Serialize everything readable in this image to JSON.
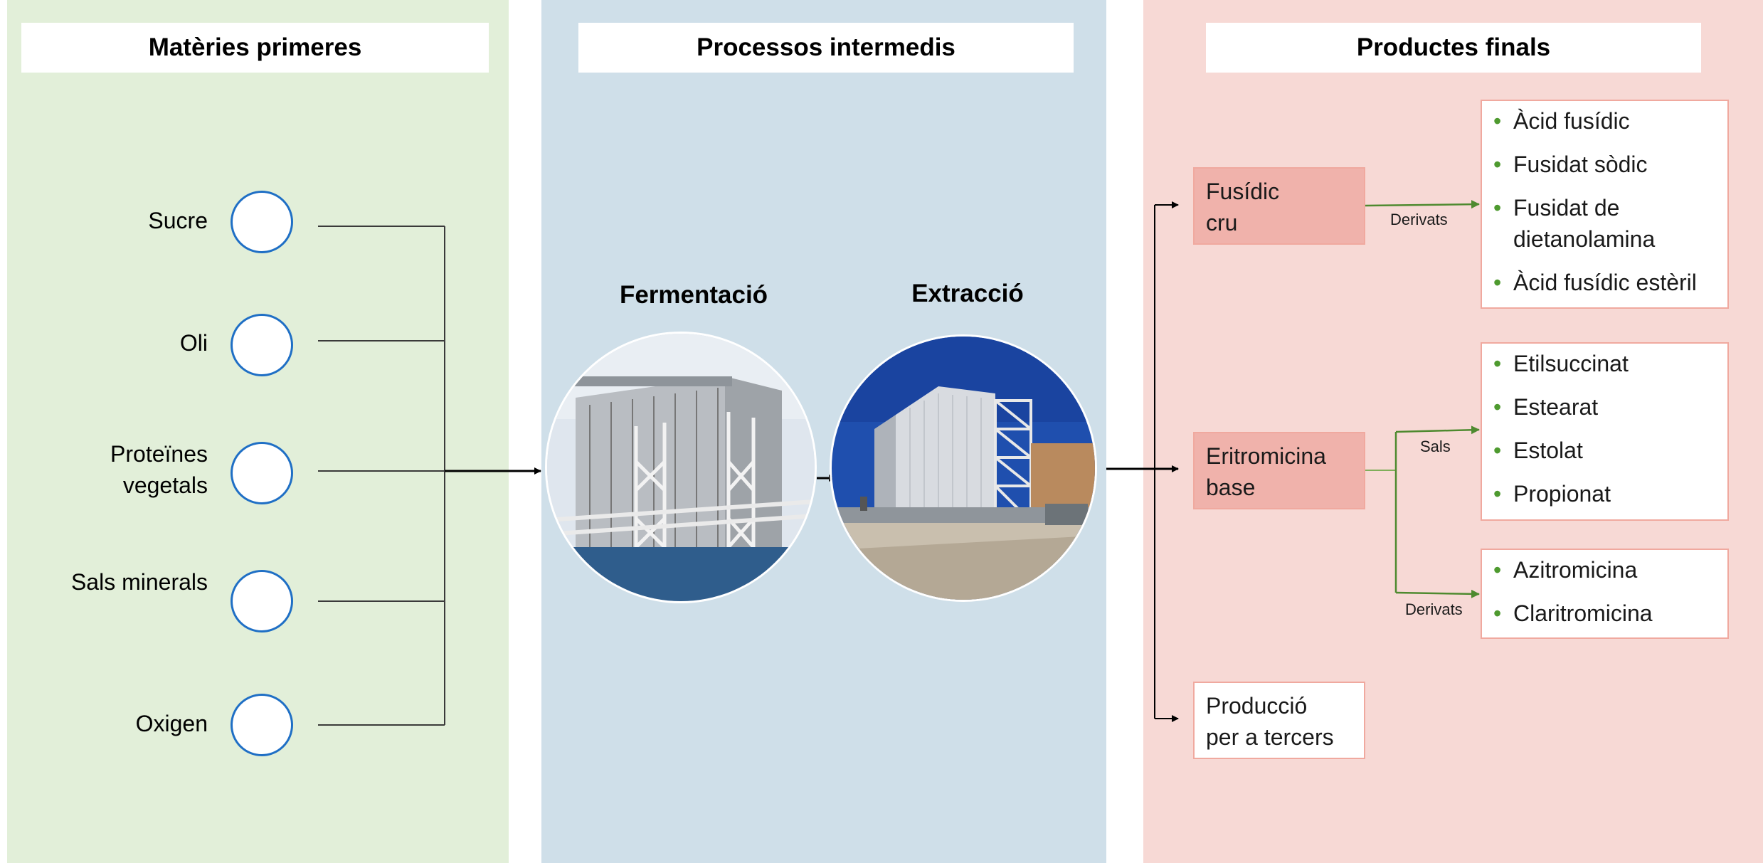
{
  "columns": {
    "raw": {
      "title": "Matèries primeres"
    },
    "process": {
      "title": "Processos intermedis"
    },
    "final": {
      "title": "Productes finals"
    }
  },
  "raw_materials": [
    {
      "label": "Sucre"
    },
    {
      "label": "Oli"
    },
    {
      "label": "Proteïnes\nvegetals"
    },
    {
      "label": "Sals minerals"
    },
    {
      "label": "Oxigen"
    }
  ],
  "processes": [
    {
      "label": "Fermentació"
    },
    {
      "label": "Extracció"
    }
  ],
  "products": {
    "fusidic": {
      "label": "Fusídic\ncru"
    },
    "eritro": {
      "label": "Eritromicina\nbase"
    },
    "tercers": {
      "label": "Producció\nper a tercers"
    }
  },
  "edge_labels": {
    "fusidic_derivats": "Derivats",
    "eritro_sals": "Sals",
    "eritro_derivats": "Derivats"
  },
  "lists": {
    "fusidic_derivats": [
      "Àcid fusídic",
      "Fusidat sòdic",
      "Fusidat de\ndietanolamina",
      "Àcid fusídic estèril"
    ],
    "eritro_sals": [
      "Etilsuccinat",
      "Estearat",
      "Estolat",
      "Propionat"
    ],
    "eritro_derivats": [
      "Azitromicina",
      "Claritromicina"
    ]
  },
  "colors": {
    "raw_panel": "#e2efd9",
    "process_panel": "#cfdfe9",
    "final_panel": "#f7d9d5",
    "circle_stroke": "#1f6fc5",
    "product_fill": "#f0b2ab",
    "product_border": "#f0a99f",
    "green_arrow": "#4e8a2f",
    "bullet": "#4e9a2f"
  }
}
